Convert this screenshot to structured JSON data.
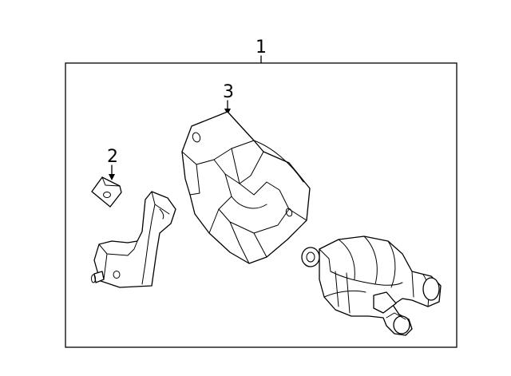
{
  "diagram": {
    "callouts": [
      {
        "id": "c1",
        "label": "1"
      },
      {
        "id": "c2",
        "label": "2"
      },
      {
        "id": "c3",
        "label": "3"
      }
    ],
    "parts": {
      "assembly_frame": "assembly-box",
      "bracket_small": "bracket-clip",
      "mount_bracket": "mounting-bracket",
      "cover": "pump-cover",
      "pump": "electric-water-pump"
    }
  }
}
